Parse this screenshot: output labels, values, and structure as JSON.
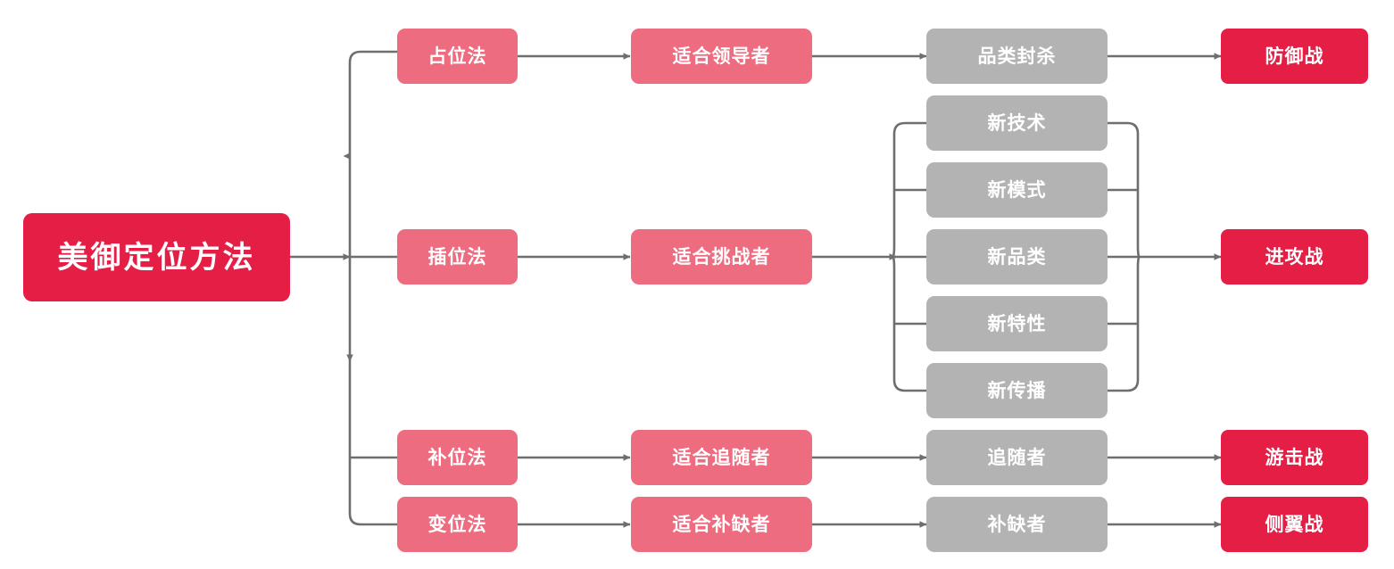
{
  "diagram": {
    "title": "美御定位方法",
    "colors": {
      "red": "#E51E45",
      "pink": "#EE6C80",
      "gray": "#B3B3B3",
      "line": "#6E6E6E",
      "background": "#FFFFFF",
      "text": "#FFFFFF"
    },
    "root": {
      "label": "美御定位方法"
    },
    "columns": {
      "methods": [
        {
          "label": "占位法"
        },
        {
          "label": "插位法"
        },
        {
          "label": "补位法"
        },
        {
          "label": "变位法"
        }
      ],
      "audiences": [
        {
          "label": "适合领导者"
        },
        {
          "label": "适合挑战者"
        },
        {
          "label": "适合追随者"
        },
        {
          "label": "适合补缺者"
        }
      ],
      "tactics": [
        {
          "label": "品类封杀"
        },
        {
          "label": "新技术"
        },
        {
          "label": "新模式"
        },
        {
          "label": "新品类"
        },
        {
          "label": "新特性"
        },
        {
          "label": "新传播"
        },
        {
          "label": "追随者"
        },
        {
          "label": "补缺者"
        }
      ],
      "wars": [
        {
          "label": "防御战"
        },
        {
          "label": "进攻战"
        },
        {
          "label": "游击战"
        },
        {
          "label": "侧翼战"
        }
      ]
    },
    "rows": [
      {
        "method": "占位法",
        "audience": "适合领导者",
        "tactics": [
          "品类封杀"
        ],
        "war": "防御战"
      },
      {
        "method": "插位法",
        "audience": "适合挑战者",
        "tactics": [
          "新技术",
          "新模式",
          "新品类",
          "新特性",
          "新传播"
        ],
        "war": "进攻战"
      },
      {
        "method": "补位法",
        "audience": "适合追随者",
        "tactics": [
          "追随者"
        ],
        "war": "游击战"
      },
      {
        "method": "变位法",
        "audience": "适合补缺者",
        "tactics": [
          "补缺者"
        ],
        "war": "侧翼战"
      }
    ]
  }
}
